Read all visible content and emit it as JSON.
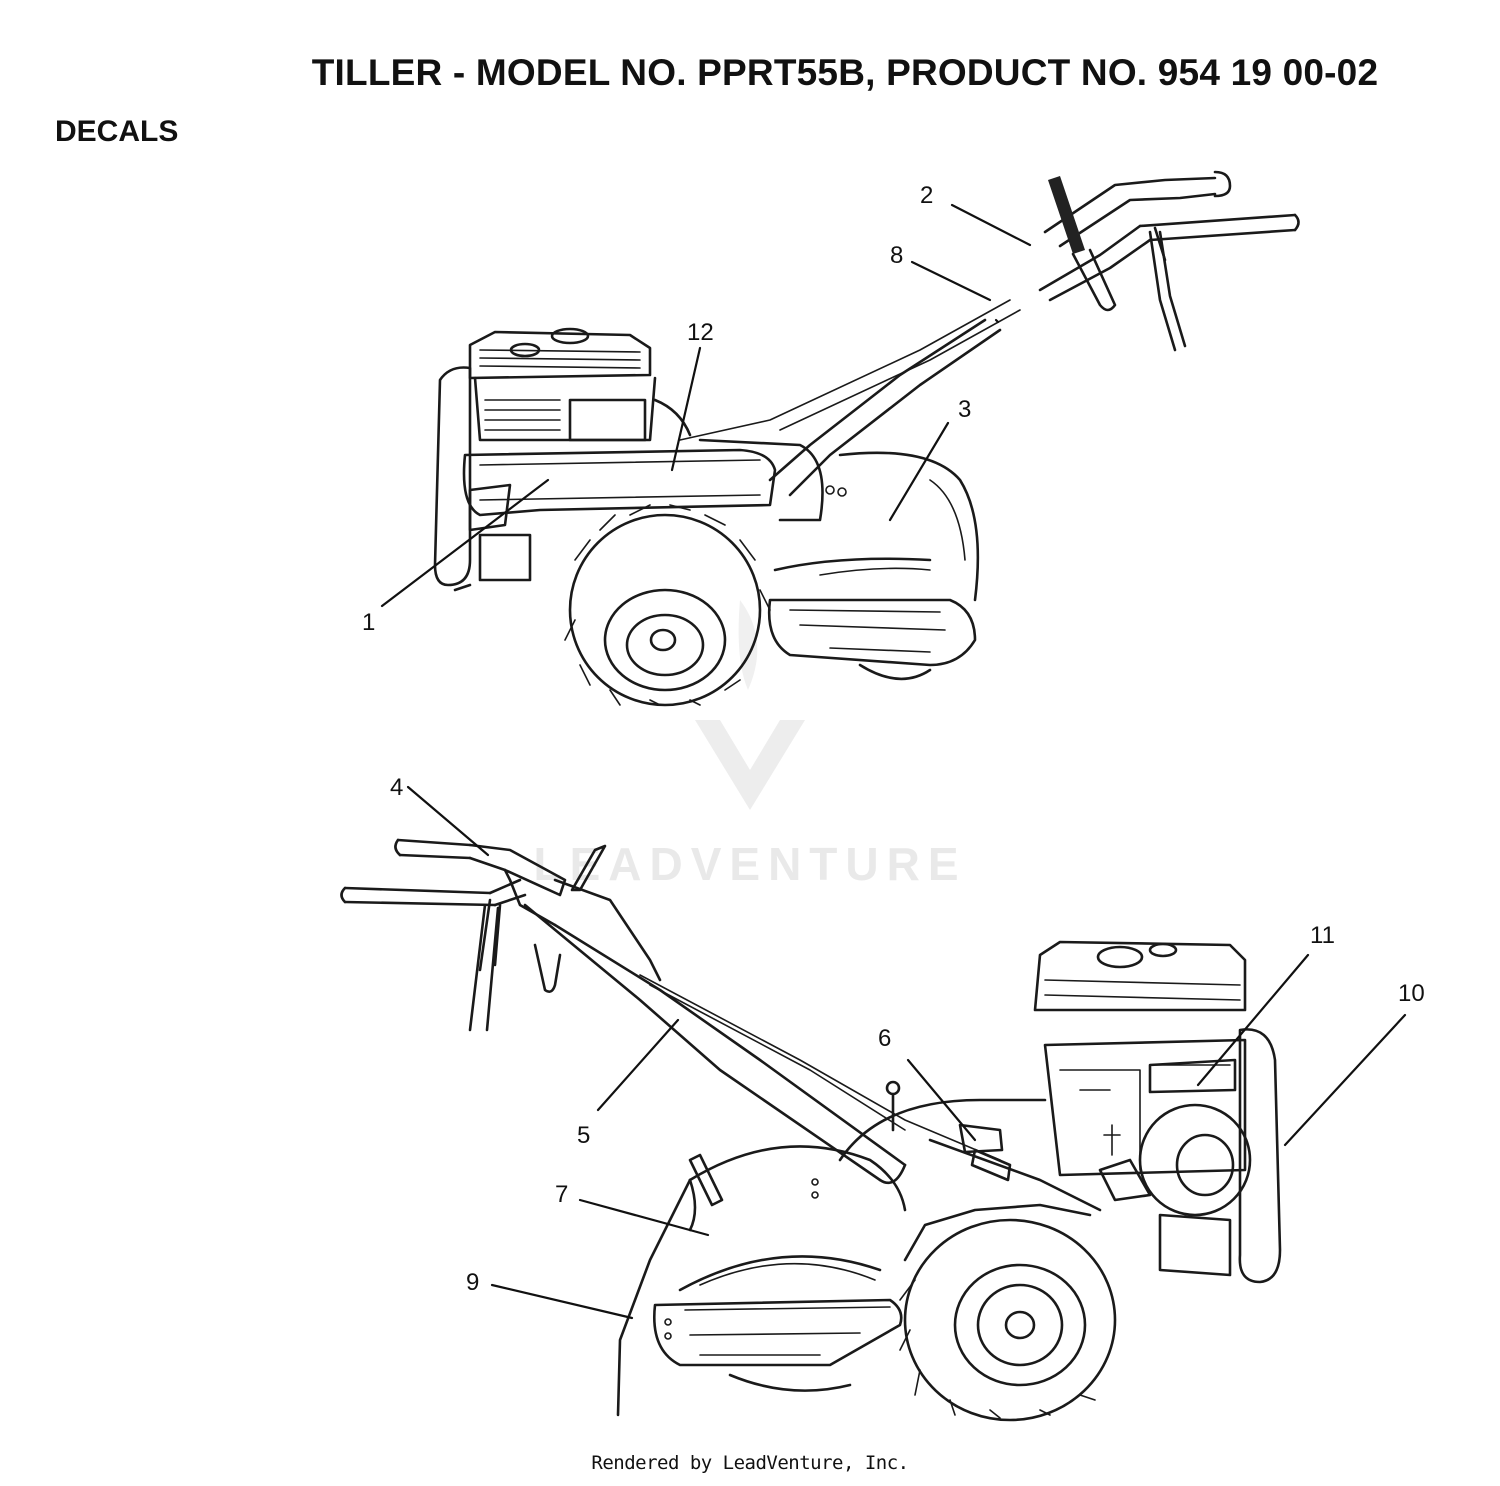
{
  "header": {
    "title": "TILLER - MODEL NO. PPRT55B, PRODUCT NO. 954 19 00-02",
    "section": "DECALS"
  },
  "watermark": {
    "text": "LEADVENTURE"
  },
  "footer": {
    "text": "Rendered by LeadVenture, Inc."
  },
  "callouts": {
    "c1": "1",
    "c2": "2",
    "c3": "3",
    "c4": "4",
    "c5": "5",
    "c6": "6",
    "c7": "7",
    "c8": "8",
    "c9": "9",
    "c10": "10",
    "c11": "11",
    "c12": "12"
  }
}
